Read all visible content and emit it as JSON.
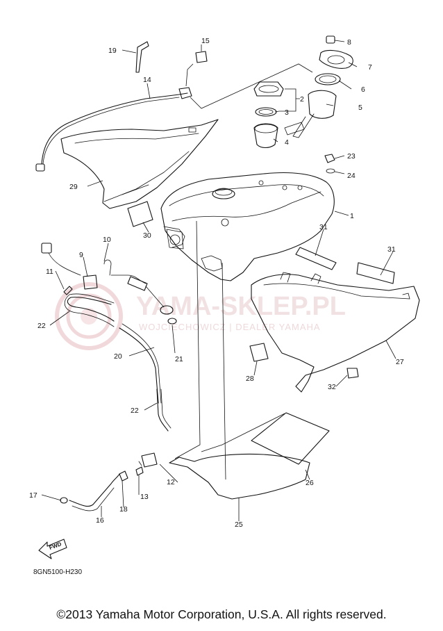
{
  "diagram_code": "8GN5100-H230",
  "copyright": "©2013 Yamaha Motor Corporation, U.S.A. All rights reserved.",
  "watermark": {
    "brand": "YAMA-SKLEP.PL",
    "tagline": "WOJCIECHOWICZ | DEALER YAMAHA"
  },
  "fwd_label": "FWD",
  "callouts": [
    "1",
    "2",
    "3",
    "4",
    "5",
    "6",
    "7",
    "8",
    "9",
    "10",
    "11",
    "12",
    "13",
    "14",
    "15",
    "16",
    "17",
    "18",
    "19",
    "20",
    "21",
    "22",
    "22",
    "23",
    "24",
    "25",
    "26",
    "27",
    "28",
    "29",
    "30",
    "31",
    "31",
    "32"
  ]
}
